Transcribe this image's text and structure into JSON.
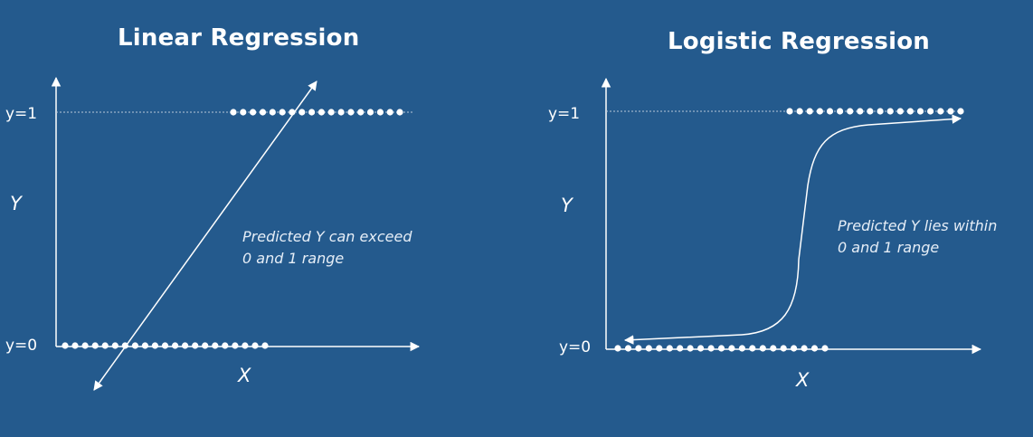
{
  "linear": {
    "title": "Linear Regression",
    "y1_label": "y=1",
    "y0_label": "y=0",
    "x_axis_label": "X",
    "y_axis_label": "Y",
    "note_line1": "Predicted Y can exceed",
    "note_line2": "0 and 1 range"
  },
  "logistic": {
    "title": "Logistic Regression",
    "y1_label": "y=1",
    "y0_label": "y=0",
    "x_axis_label": "X",
    "y_axis_label": "Y",
    "note_line1": "Predicted Y lies within",
    "note_line2": "0 and 1 range"
  },
  "colors": {
    "background": "#245a8d",
    "foreground": "#ffffff"
  }
}
